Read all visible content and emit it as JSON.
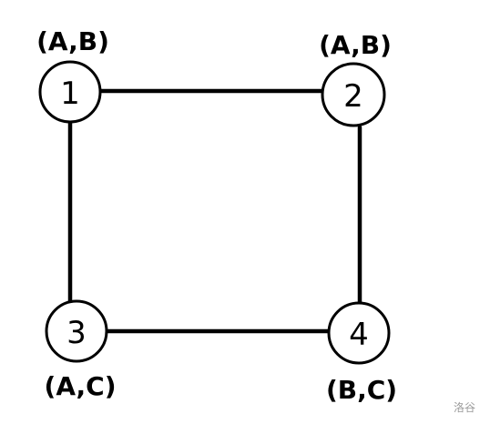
{
  "nodes": [
    {
      "id": "1",
      "number": "1",
      "label": "(A,B)"
    },
    {
      "id": "2",
      "number": "2",
      "label": "(A,B)"
    },
    {
      "id": "3",
      "number": "3",
      "label": "(A,C)"
    },
    {
      "id": "4",
      "number": "4",
      "label": "(B,C)"
    }
  ],
  "edges": [
    {
      "from": "1",
      "to": "2"
    },
    {
      "from": "1",
      "to": "3"
    },
    {
      "from": "2",
      "to": "4"
    },
    {
      "from": "3",
      "to": "4"
    }
  ],
  "watermark": "洛谷"
}
